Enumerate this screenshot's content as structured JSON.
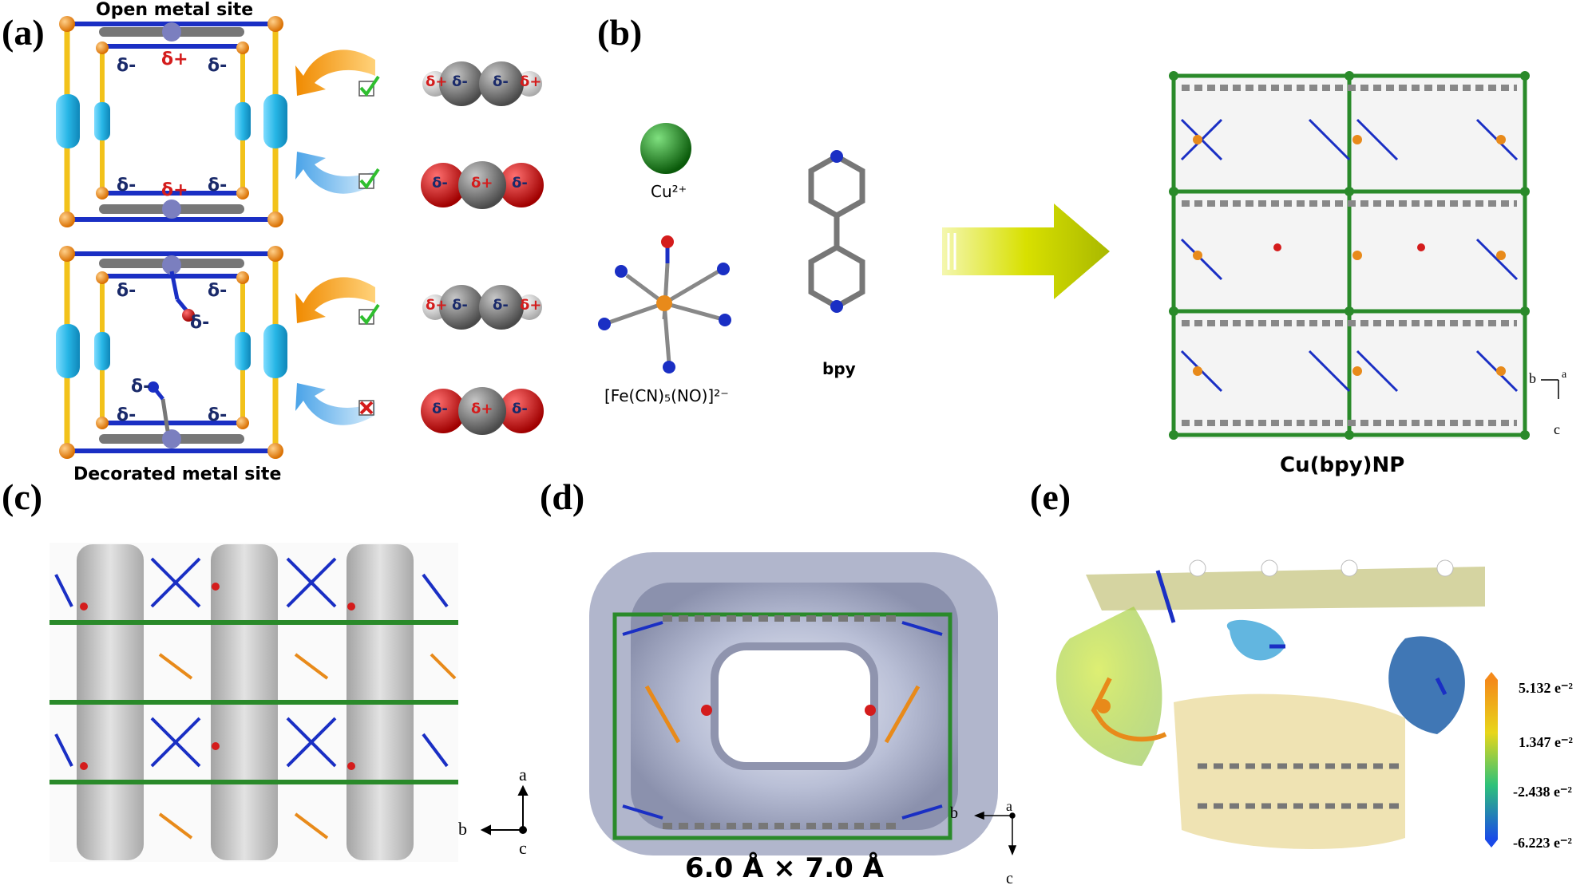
{
  "panels": {
    "a": {
      "label": "(a)",
      "top_caption": "Open metal site",
      "bottom_caption": "Decorated metal site",
      "charges": {
        "neg": "δ-",
        "pos": "δ+"
      }
    },
    "b": {
      "label": "(b)",
      "cu_label": "Cu²⁺",
      "fe_label": "[Fe(CN)₅(NO)]²⁻",
      "bpy_label": "bpy",
      "product_label": "Cu(bpy)NP",
      "axis_b": "b",
      "axis_a": "a",
      "axis_c": "c"
    },
    "c": {
      "label": "(c)",
      "axis_a": "a",
      "axis_b": "b",
      "axis_c": "c"
    },
    "d": {
      "label": "(d)",
      "pore_size": "6.0 Å × 7.0 Å",
      "axis_b": "b",
      "axis_a": "a",
      "axis_c": "c"
    },
    "e": {
      "label": "(e)",
      "colorbar": [
        "5.132 e⁻²",
        "1.347 e⁻²",
        "-2.438 e⁻²",
        "-6.223 e⁻²"
      ]
    }
  },
  "colors": {
    "orange": "#e88a1a",
    "yellow": "#f2c21a",
    "blue": "#1a2fc4",
    "cyan": "#27b6e6",
    "red": "#d41c1c",
    "green": "#2a8a2a",
    "grey": "#808080"
  },
  "icons": [
    "checkmark-icon",
    "cross-icon",
    "arrow-icon"
  ]
}
